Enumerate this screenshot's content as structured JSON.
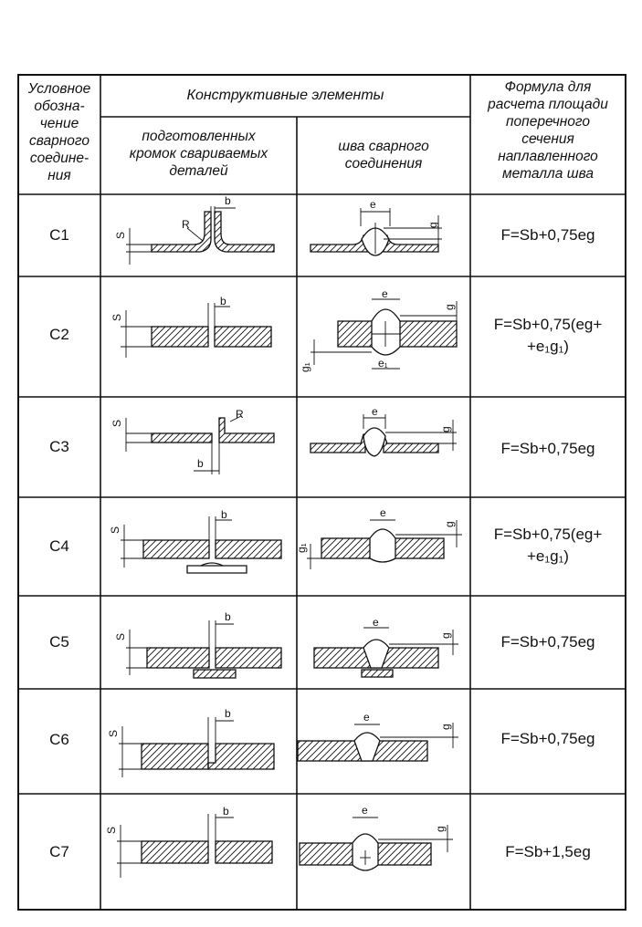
{
  "header": {
    "col1": [
      "Условное",
      "обозна-",
      "чение",
      "сварного",
      "соедине-",
      "ния"
    ],
    "group": "Конструктивные элементы",
    "col2": [
      "подготовленных",
      "кромок свариваемых",
      "деталей"
    ],
    "col3": [
      "шва сварного",
      "соединения"
    ],
    "col4": [
      "Формула для",
      "расчета площади",
      "поперечного",
      "сечения",
      "наплавленного",
      "металла шва"
    ]
  },
  "rows": [
    {
      "code": "С1",
      "formula": [
        "F=Sb+0,75eg"
      ]
    },
    {
      "code": "С2",
      "formula": [
        "F=Sb+0,75(eg+",
        "+e₁g₁)"
      ]
    },
    {
      "code": "С3",
      "formula": [
        "F=Sb+0,75eg"
      ]
    },
    {
      "code": "С4",
      "formula": [
        "F=Sb+0,75(eg+",
        "+e₁g₁)"
      ]
    },
    {
      "code": "С5",
      "formula": [
        "F=Sb+0,75eg"
      ]
    },
    {
      "code": "С6",
      "formula": [
        "F=Sb+0,75eg"
      ]
    },
    {
      "code": "С7",
      "formula": [
        "F=Sb+1,5eg"
      ]
    }
  ],
  "dims": {
    "s": "S",
    "b": "b",
    "r": "R",
    "e": "e",
    "g": "g",
    "e1": "e₁",
    "g1": "g₁"
  }
}
